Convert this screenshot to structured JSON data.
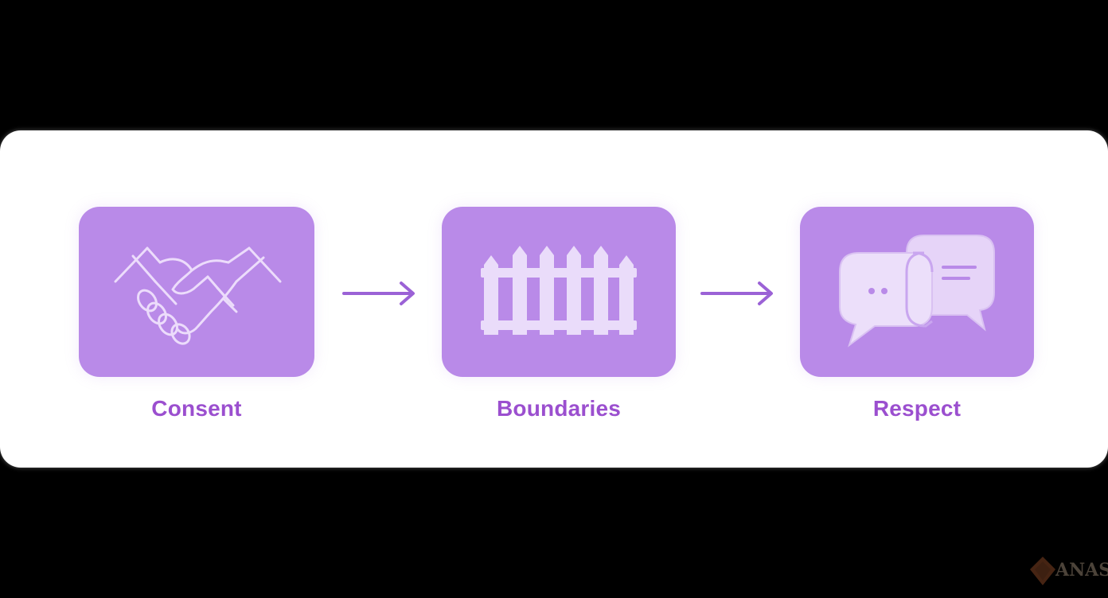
{
  "colors": {
    "background": "#000000",
    "card": "#ffffff",
    "tile": "#b98ae8",
    "icon_stroke": "#ecdcfb",
    "icon_fill": "#eadcfa",
    "label": "#9b4fcf",
    "arrow": "#9b62d6"
  },
  "diagram": {
    "steps": [
      {
        "label": "Consent",
        "icon": "handshake-icon"
      },
      {
        "label": "Boundaries",
        "icon": "fence-icon"
      },
      {
        "label": "Respect",
        "icon": "speech-bubbles-icon"
      }
    ],
    "connectors": [
      "arrow-right-icon",
      "arrow-right-icon"
    ]
  },
  "watermark": {
    "text": "ANASC",
    "icon": "logo-mark-icon"
  }
}
